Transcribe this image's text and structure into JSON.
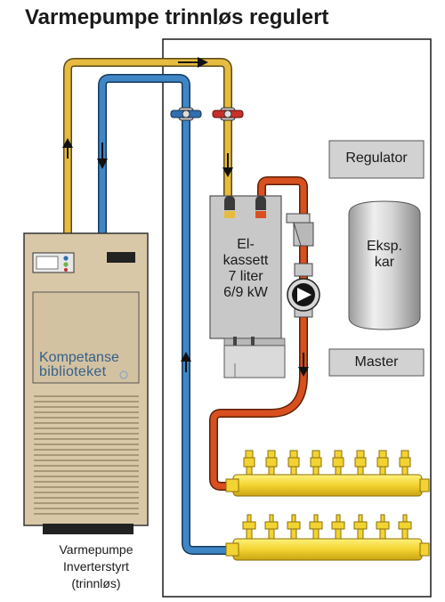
{
  "title": "Varmepumpe trinnløs regulert",
  "heat_pump": {
    "label_line1": "Varmepumpe",
    "label_line2": "Inverterstyrt",
    "label_line3": "(trinnløs)",
    "brand_line1": "Kompetanse",
    "brand_line2": "biblioteket"
  },
  "el_kassett": {
    "line1": "El-",
    "line2": "kassett",
    "line3": "7 liter",
    "line4": "6/9 kW"
  },
  "regulator_label": "Regulator",
  "expansion_tank": {
    "line1": "Eksp.",
    "line2": "kar"
  },
  "master_label": "Master",
  "colors": {
    "supply_pipe": "#e7bb3f",
    "return_pipe": "#3f86c6",
    "hot_pipe": "#d8501f",
    "manifold": "#f3d331",
    "heat_pump_body": "#d9c8a8"
  }
}
